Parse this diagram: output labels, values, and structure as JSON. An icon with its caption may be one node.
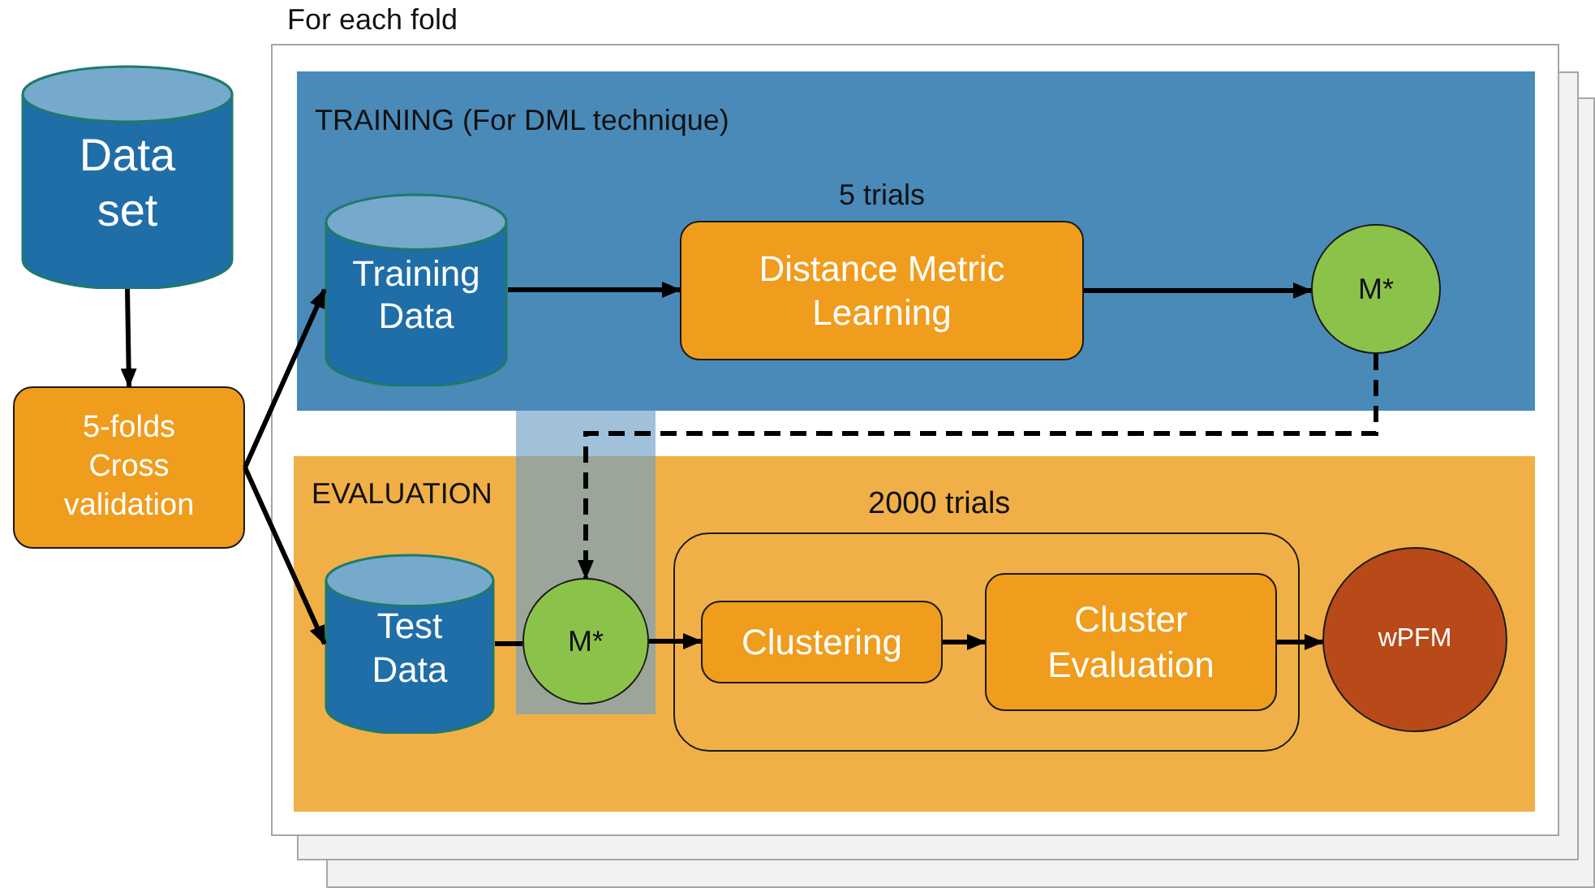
{
  "diagram": {
    "nodes": [
      {
        "text": [
          "Data set"
        ]
      },
      {
        "text": [
          "5-folds Cross validation"
        ]
      },
      {
        "text": [
          "For each fold"
        ]
      },
      {
        "text": [
          "TRAINING (For DML technique)"
        ],
        "in": 2
      },
      {
        "text": [
          "Training Data"
        ],
        "in": 3
      },
      {
        "text": [
          "Distance Metric Learning"
        ],
        "in": 3,
        "beside": [
          "5 trials"
        ]
      },
      {
        "text": [
          "M*"
        ],
        "in": 3
      },
      {
        "text": [
          "EVALUATION"
        ],
        "in": 2
      },
      {
        "text": [
          "Test Data"
        ],
        "in": 7
      },
      {
        "text": [
          "M*"
        ],
        "in": 7
      },
      {
        "text": [
          "2000 trials"
        ],
        "in": 7
      },
      {
        "text": [
          "Clustering"
        ],
        "in": 10
      },
      {
        "text": [
          "Cluster Evaluation"
        ],
        "in": 10
      },
      {
        "text": [
          "wPFM"
        ],
        "in": 7
      }
    ],
    "edges": [
      {
        "from": 0,
        "to": 1,
        "arrow": "to"
      },
      {
        "from": 1,
        "to": 4,
        "arrow": "to"
      },
      {
        "from": 1,
        "to": 8,
        "arrow": "to"
      },
      {
        "from": 4,
        "to": 5,
        "arrow": "to"
      },
      {
        "from": 5,
        "to": 6,
        "arrow": "to"
      },
      {
        "from": 6,
        "to": 9,
        "arrow": "to",
        "style": "dashed"
      },
      {
        "from": 8,
        "to": 9,
        "arrow": "none"
      },
      {
        "from": 9,
        "to": 11,
        "arrow": "to"
      },
      {
        "from": 11,
        "to": 12,
        "arrow": "to"
      },
      {
        "from": 12,
        "to": 13,
        "arrow": "to"
      }
    ]
  }
}
